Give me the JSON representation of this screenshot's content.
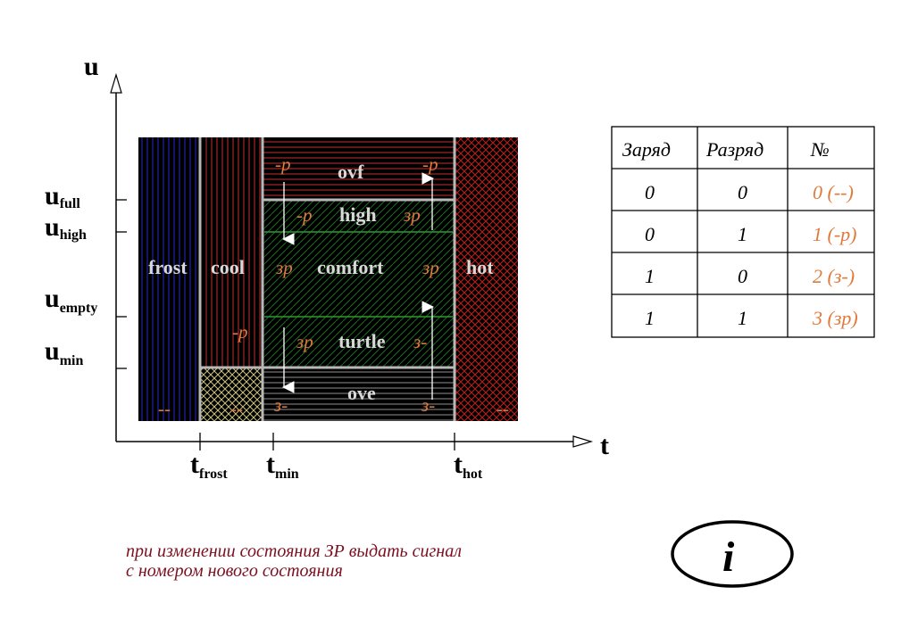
{
  "axes": {
    "y_label": "u",
    "x_label": "t",
    "y_ticks": [
      {
        "base": "u",
        "sub": "full"
      },
      {
        "base": "u",
        "sub": "high"
      },
      {
        "base": "u",
        "sub": "empty"
      },
      {
        "base": "u",
        "sub": "min"
      }
    ],
    "x_ticks": [
      {
        "base": "t",
        "sub": "frost"
      },
      {
        "base": "t",
        "sub": "min"
      },
      {
        "base": "t",
        "sub": "hot"
      }
    ]
  },
  "zones": {
    "frost": "frost",
    "cool": "cool",
    "ovf": "ovf",
    "high": "high",
    "comfort": "comfort",
    "turtle": "turtle",
    "ove": "ove",
    "hot": "hot"
  },
  "codes": {
    "frost_code": "--",
    "cool_low_code": "--",
    "cool_code": "-p",
    "hot_code": "--",
    "ovf_left": "-p",
    "ovf_right": "-p",
    "high_left": "-p",
    "high_right": "зр",
    "comfort_left": "зр",
    "comfort_right": "зр",
    "turtle_left": "зр",
    "turtle_right": "з-",
    "ove_left": "з-",
    "ove_right": "з-"
  },
  "table": {
    "headers": [
      "Заряд",
      "Разряд",
      "№"
    ],
    "rows": [
      [
        "0",
        "0",
        "0 (--)"
      ],
      [
        "0",
        "1",
        "1 (-р)"
      ],
      [
        "1",
        "0",
        "2 (з-)"
      ],
      [
        "1",
        "1",
        "3 (зр)"
      ]
    ]
  },
  "note": {
    "line1": "при изменении состояния ЗР выдать сигнал",
    "line2": "с номером нового состояния"
  },
  "info_icon": {
    "glyph": "i"
  },
  "colors": {
    "frost": "#1a1a8c",
    "cool": "#b02020",
    "hot": "#c02020",
    "top_band": "#c02020",
    "comfort_band": "#1a6020",
    "accent_orange": "#e07a3c",
    "note_text": "#7a1020"
  }
}
